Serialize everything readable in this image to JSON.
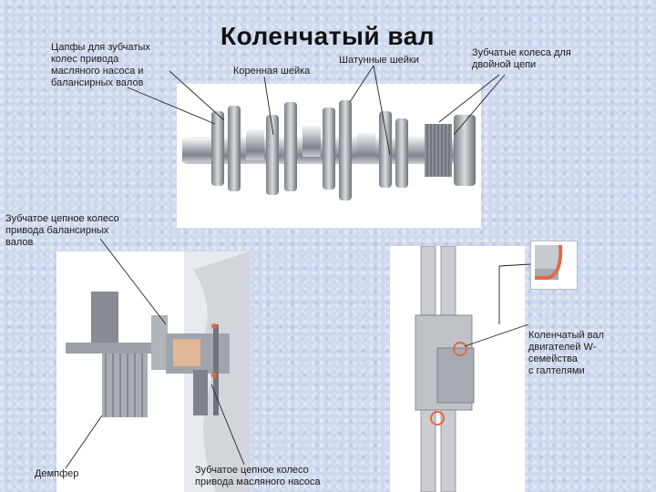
{
  "title": "Коленчатый вал",
  "labels": {
    "journals": [
      "Цапфы для зубчатых",
      "колес привода",
      "масляного насоса и",
      "балансирных валов"
    ],
    "main_journal": "Коренная шейка",
    "rod_journals": "Шатунные шейки",
    "chain_gears": [
      "Зубчатые колеса для",
      "двойной цепи"
    ],
    "balance_sprocket": [
      "Зубчатое цепное колесо",
      "привода балансирных",
      "валов"
    ],
    "w_engine": [
      "Коленчатый вал",
      "двигателей W-",
      "семейства",
      "с галтелями"
    ],
    "damper": "Демпфер",
    "oil_pump_sprocket": [
      "Зубчатое цепное колесо",
      "привода масляного насоса"
    ]
  },
  "colors": {
    "background": "#cfd9ee",
    "steel": "#9ea3a9",
    "highlight": "#e2664a"
  }
}
